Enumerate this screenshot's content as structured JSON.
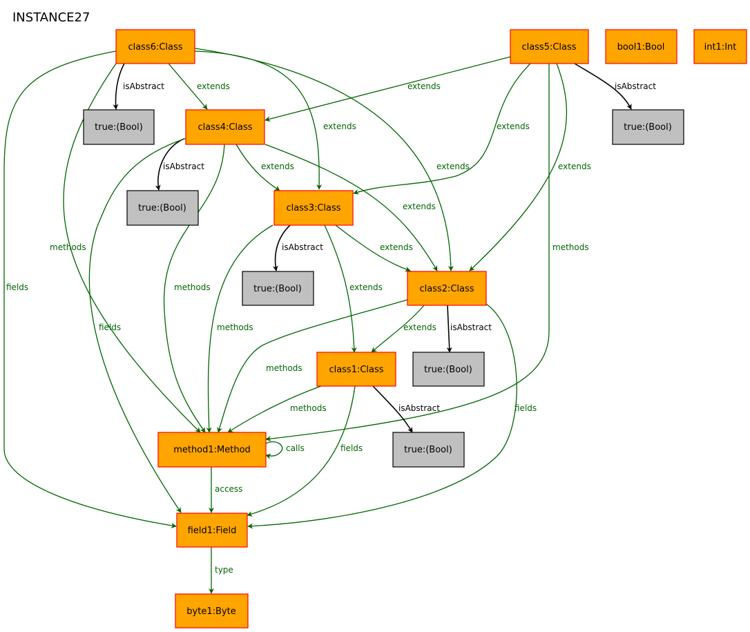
{
  "diagram": {
    "title": "INSTANCE27",
    "colors": {
      "class_fill": "#ffa500",
      "class_border": "#ff0000",
      "bool_fill": "#c0c0c0",
      "bool_border": "#000000",
      "green_edge": "#006400",
      "black_edge": "#000000"
    },
    "nodes": {
      "class6": "class6:Class",
      "class5": "class5:Class",
      "bool1": "bool1:Bool",
      "int1": "int1:Int",
      "class4": "class4:Class",
      "class3": "class3:Class",
      "class2": "class2:Class",
      "class1": "class1:Class",
      "method1": "method1:Method",
      "field1": "field1:Field",
      "byte1": "byte1:Byte",
      "true6": "true:(Bool)",
      "true5": "true:(Bool)",
      "true4": "true:(Bool)",
      "true3": "true:(Bool)",
      "true2": "true:(Bool)",
      "true1": "true:(Bool)"
    },
    "edges": [
      {
        "id": "e1",
        "from": "class6",
        "to": "true6",
        "label": "isAbstract"
      },
      {
        "id": "e2",
        "from": "class6",
        "to": "class4",
        "label": "extends"
      },
      {
        "id": "e3",
        "from": "class6",
        "to": "class3",
        "label": "extends"
      },
      {
        "id": "e4",
        "from": "class6",
        "to": "class2",
        "label": "extends"
      },
      {
        "id": "e5",
        "from": "class6",
        "to": "method1",
        "label": "methods"
      },
      {
        "id": "e6",
        "from": "class6",
        "to": "field1",
        "label": "fields"
      },
      {
        "id": "e7",
        "from": "class5",
        "to": "class4",
        "label": "extends"
      },
      {
        "id": "e8",
        "from": "class5",
        "to": "class3",
        "label": "extends"
      },
      {
        "id": "e9",
        "from": "class5",
        "to": "class2",
        "label": "extends"
      },
      {
        "id": "e10",
        "from": "class5",
        "to": "true5",
        "label": "isAbstract"
      },
      {
        "id": "e11",
        "from": "class5",
        "to": "method1",
        "label": "methods"
      },
      {
        "id": "e12",
        "from": "class4",
        "to": "true4",
        "label": "isAbstract"
      },
      {
        "id": "e13",
        "from": "class4",
        "to": "class3",
        "label": "extends"
      },
      {
        "id": "e14",
        "from": "class4",
        "to": "class2",
        "label": "extends"
      },
      {
        "id": "e15",
        "from": "class4",
        "to": "method1",
        "label": "methods"
      },
      {
        "id": "e16",
        "from": "class4",
        "to": "field1",
        "label": "fields"
      },
      {
        "id": "e17",
        "from": "class3",
        "to": "true3",
        "label": "isAbstract"
      },
      {
        "id": "e18",
        "from": "class3",
        "to": "class2",
        "label": "extends"
      },
      {
        "id": "e19",
        "from": "class3",
        "to": "class1",
        "label": "extends"
      },
      {
        "id": "e20",
        "from": "class3",
        "to": "method1",
        "label": "methods"
      },
      {
        "id": "e21",
        "from": "class2",
        "to": "class1",
        "label": "extends"
      },
      {
        "id": "e22",
        "from": "class2",
        "to": "true2",
        "label": "isAbstract"
      },
      {
        "id": "e23",
        "from": "class2",
        "to": "method1",
        "label": "methods"
      },
      {
        "id": "e24",
        "from": "class2",
        "to": "field1",
        "label": "fields"
      },
      {
        "id": "e25",
        "from": "class1",
        "to": "true1",
        "label": "isAbstract"
      },
      {
        "id": "e26",
        "from": "class1",
        "to": "method1",
        "label": "methods"
      },
      {
        "id": "e27",
        "from": "class1",
        "to": "field1",
        "label": "fields"
      },
      {
        "id": "e28",
        "from": "method1",
        "to": "method1",
        "label": "calls"
      },
      {
        "id": "e29",
        "from": "method1",
        "to": "field1",
        "label": "access"
      },
      {
        "id": "e30",
        "from": "field1",
        "to": "byte1",
        "label": "type"
      }
    ]
  }
}
